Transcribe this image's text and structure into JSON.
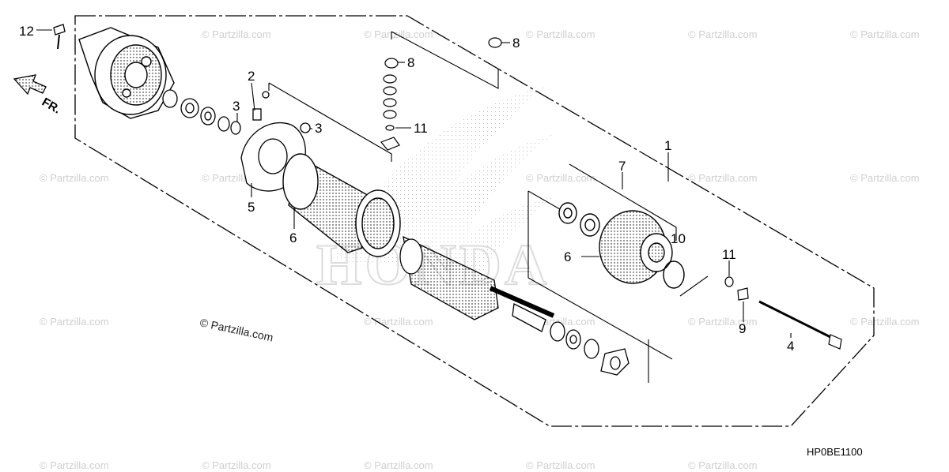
{
  "diagram": {
    "part_code": "HP0BE1100",
    "credit": "© Partzilla.com",
    "watermark_text": "© Partzilla.com",
    "direction_label": "FR.",
    "brand_watermark": "HONDA",
    "callouts": [
      "1",
      "2",
      "3",
      "3",
      "4",
      "5",
      "6",
      "6",
      "7",
      "8",
      "8",
      "9",
      "10",
      "11",
      "11",
      "12"
    ]
  }
}
